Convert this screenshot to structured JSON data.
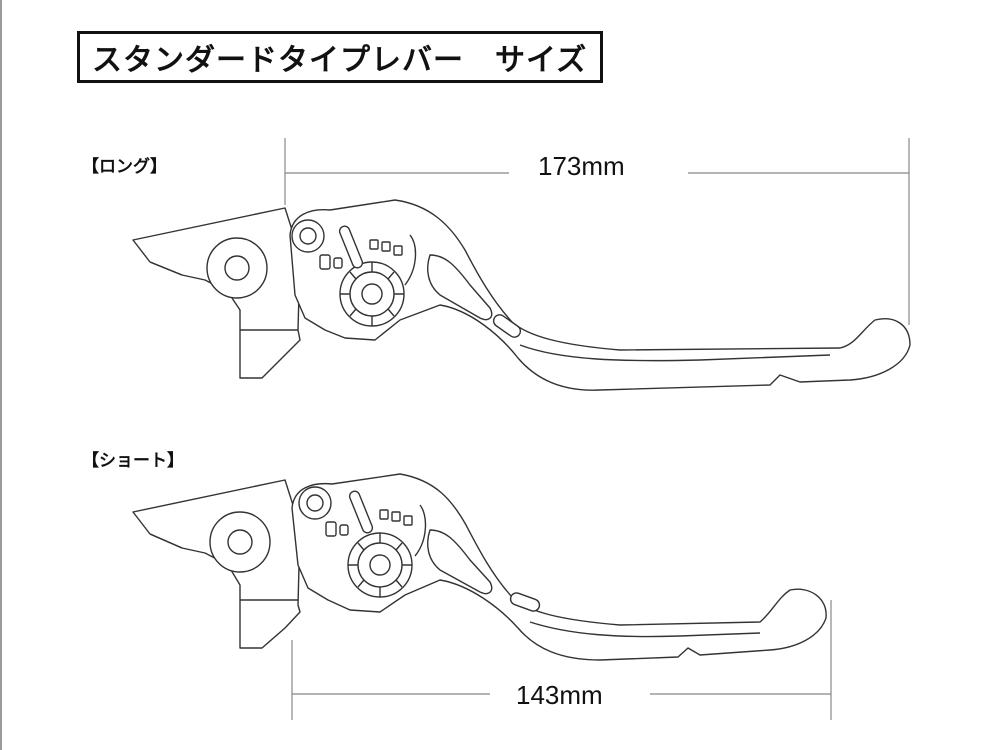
{
  "title": "スタンダードタイプレバー　サイズ",
  "sections": {
    "long": {
      "label": "【ロング】",
      "dimension": "173mm"
    },
    "short": {
      "label": "【ショート】",
      "dimension": "143mm"
    }
  },
  "colors": {
    "line": "#333333",
    "fill": "#ffffff",
    "dimension_line": "#888888"
  }
}
